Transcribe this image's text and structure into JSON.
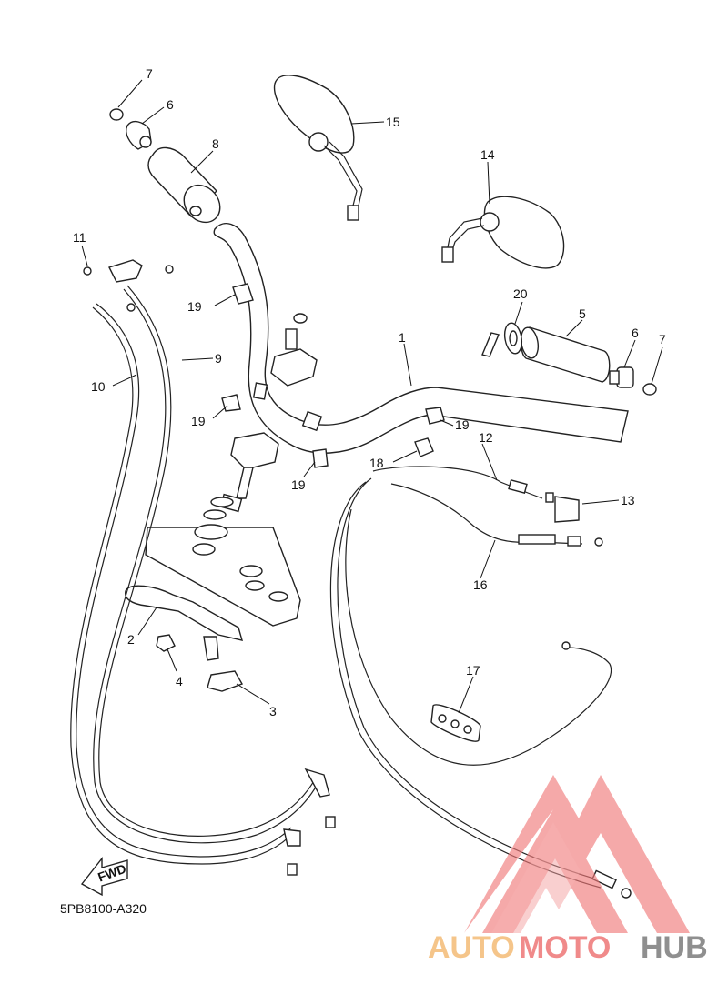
{
  "diagram": {
    "part_numbers": {
      "p1": "1",
      "p2": "2",
      "p3": "3",
      "p4": "4",
      "p5": "5",
      "p6a": "6",
      "p6b": "6",
      "p7a": "7",
      "p7b": "7",
      "p8": "8",
      "p9": "9",
      "p10": "10",
      "p11": "11",
      "p12": "12",
      "p13": "13",
      "p14": "14",
      "p15": "15",
      "p16": "16",
      "p17": "17",
      "p18": "18",
      "p19a": "19",
      "p19b": "19",
      "p19c": "19",
      "p19d": "19",
      "p20": "20"
    },
    "fwd_label": "FWD",
    "diagram_code": "5PB8100-A320"
  },
  "watermark": {
    "auto": "AUTO",
    "moto": "MOTO",
    "hub": "HUB",
    "colors": {
      "auto": "#f5c58a",
      "moto": "#f08a8a",
      "hub": "#8f8f8f",
      "logo": "#f07878"
    }
  }
}
